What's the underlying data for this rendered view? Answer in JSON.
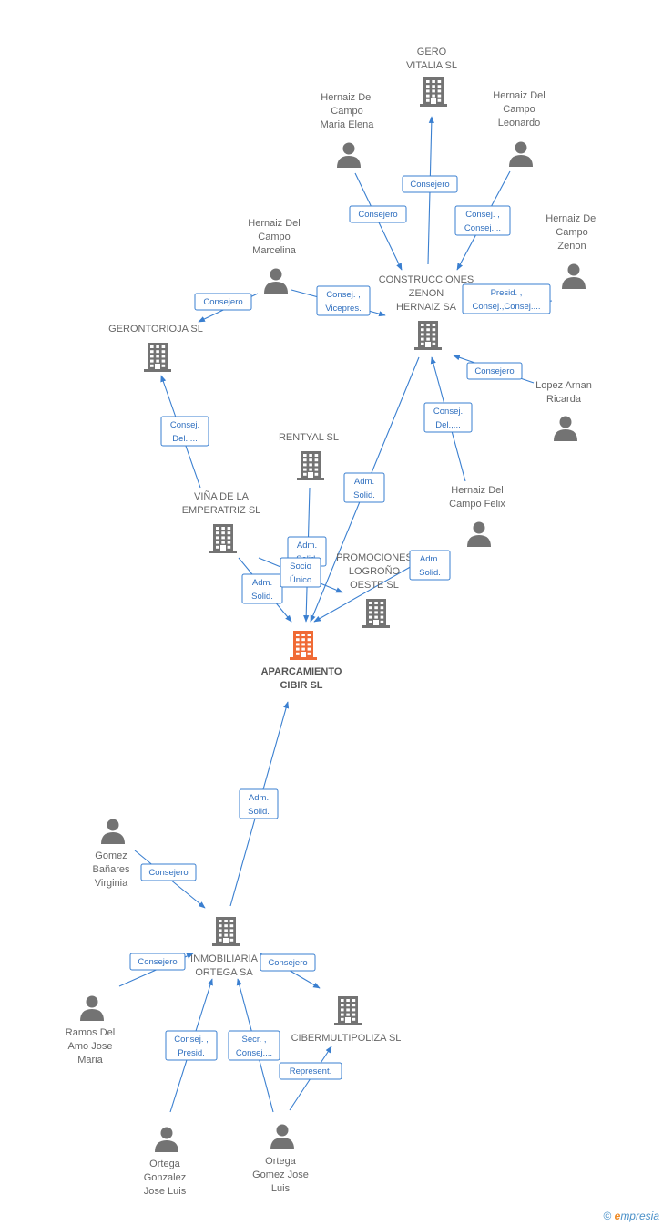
{
  "colors": {
    "node": "#737373",
    "focus": "#f06a35",
    "edge": "#3a7fd0"
  },
  "nodes": [
    {
      "id": "gero",
      "kind": "company",
      "label": [
        "GERO",
        "VITALIA SL"
      ]
    },
    {
      "id": "mariaelena",
      "kind": "person",
      "label": [
        "Hernaiz Del",
        "Campo",
        "Maria Elena"
      ]
    },
    {
      "id": "leonardo",
      "kind": "person",
      "label": [
        "Hernaiz Del",
        "Campo",
        "Leonardo"
      ]
    },
    {
      "id": "marcelina",
      "kind": "person",
      "label": [
        "Hernaiz Del",
        "Campo",
        "Marcelina"
      ]
    },
    {
      "id": "zenonp",
      "kind": "person",
      "label": [
        "Hernaiz Del",
        "Campo",
        "Zenon"
      ]
    },
    {
      "id": "construcciones",
      "kind": "company",
      "label": [
        "CONSTRUCCIONES",
        "ZENON",
        "HERNAIZ SA"
      ]
    },
    {
      "id": "gerontorioja",
      "kind": "company",
      "label": [
        "GERONTORIOJA SL"
      ]
    },
    {
      "id": "lopez",
      "kind": "person",
      "label": [
        "Lopez Arnan",
        "Ricarda"
      ]
    },
    {
      "id": "rentyal",
      "kind": "company",
      "label": [
        "RENTYAL  SL"
      ]
    },
    {
      "id": "felix",
      "kind": "person",
      "label": [
        "Hernaiz Del",
        "Campo Felix"
      ]
    },
    {
      "id": "vina",
      "kind": "company",
      "label": [
        "VIÑA DE LA",
        "EMPERATRIZ SL"
      ]
    },
    {
      "id": "promociones",
      "kind": "company",
      "label": [
        "PROMOCIONES",
        "LOGROÑO",
        "OESTE SL"
      ]
    },
    {
      "id": "aparcamiento",
      "kind": "focus",
      "label": [
        "APARCAMIENTO",
        "CIBIR SL"
      ]
    },
    {
      "id": "virginia",
      "kind": "person",
      "label": [
        "Gomez",
        "Bañares",
        "Virginia"
      ]
    },
    {
      "id": "inmobiliaria",
      "kind": "company",
      "label": [
        "INMOBILIARIA",
        "ORTEGA SA"
      ]
    },
    {
      "id": "ramos",
      "kind": "person",
      "label": [
        "Ramos Del",
        "Amo Jose",
        "Maria"
      ]
    },
    {
      "id": "cibermultipoliza",
      "kind": "company",
      "label": [
        "CIBERMULTIPOLIZA SL"
      ]
    },
    {
      "id": "ortegagonzalez",
      "kind": "person",
      "label": [
        "Ortega",
        "Gonzalez",
        "Jose Luis"
      ]
    },
    {
      "id": "ortegagomez",
      "kind": "person",
      "label": [
        "Ortega",
        "Gomez Jose",
        "Luis"
      ]
    }
  ],
  "edges": [
    {
      "from": "construcciones",
      "to": "gero",
      "label": [
        "Consejero"
      ]
    },
    {
      "from": "mariaelena",
      "to": "construcciones",
      "label": [
        "Consejero"
      ]
    },
    {
      "from": "leonardo",
      "to": "construcciones",
      "label": [
        "Consej. ,",
        "Consej...."
      ]
    },
    {
      "from": "marcelina",
      "to": "construcciones",
      "label": [
        "Consej. ,",
        "Vicepres."
      ]
    },
    {
      "from": "marcelina",
      "to": "gerontorioja",
      "label": [
        "Consejero"
      ]
    },
    {
      "from": "zenonp",
      "to": "construcciones",
      "label": [
        "Presid. ,",
        "Consej.,Consej...."
      ]
    },
    {
      "from": "lopez",
      "to": "construcciones",
      "label": [
        "Consejero"
      ]
    },
    {
      "from": "felix",
      "to": "construcciones",
      "label": [
        "Consej.",
        "Del.,..."
      ]
    },
    {
      "from": "vina",
      "to": "gerontorioja",
      "label": [
        "Consej.",
        "Del.,..."
      ]
    },
    {
      "from": "construcciones",
      "to": "aparcamiento",
      "label": [
        "Adm.",
        "Solid."
      ]
    },
    {
      "from": "rentyal",
      "to": "aparcamiento",
      "label": [
        "Adm.",
        "Solid."
      ]
    },
    {
      "from": "vina",
      "to": "aparcamiento",
      "label": [
        "Adm.",
        "Solid."
      ]
    },
    {
      "from": "vina",
      "to": "promociones",
      "label": [
        "Socio",
        "Único"
      ]
    },
    {
      "from": "promociones",
      "to": "aparcamiento",
      "label": [
        "Adm.",
        "Solid."
      ]
    },
    {
      "from": "inmobiliaria",
      "to": "aparcamiento",
      "label": [
        "Adm.",
        "Solid."
      ]
    },
    {
      "from": "virginia",
      "to": "inmobiliaria",
      "label": [
        "Consejero"
      ]
    },
    {
      "from": "ramos",
      "to": "inmobiliaria",
      "label": [
        "Consejero"
      ]
    },
    {
      "from": "inmobiliaria",
      "to": "cibermultipoliza",
      "label": [
        "Consejero"
      ]
    },
    {
      "from": "ortegagonzalez",
      "to": "inmobiliaria",
      "label": [
        "Consej. ,",
        "Presid."
      ]
    },
    {
      "from": "ortegagomez",
      "to": "inmobiliaria",
      "label": [
        "Secr. ,",
        "Consej...."
      ]
    },
    {
      "from": "ortegagomez",
      "to": "cibermultipoliza",
      "label": [
        "Represent."
      ]
    }
  ],
  "footer": {
    "copyright": "©",
    "brand_initial": "e",
    "brand_rest": "mpresia"
  }
}
